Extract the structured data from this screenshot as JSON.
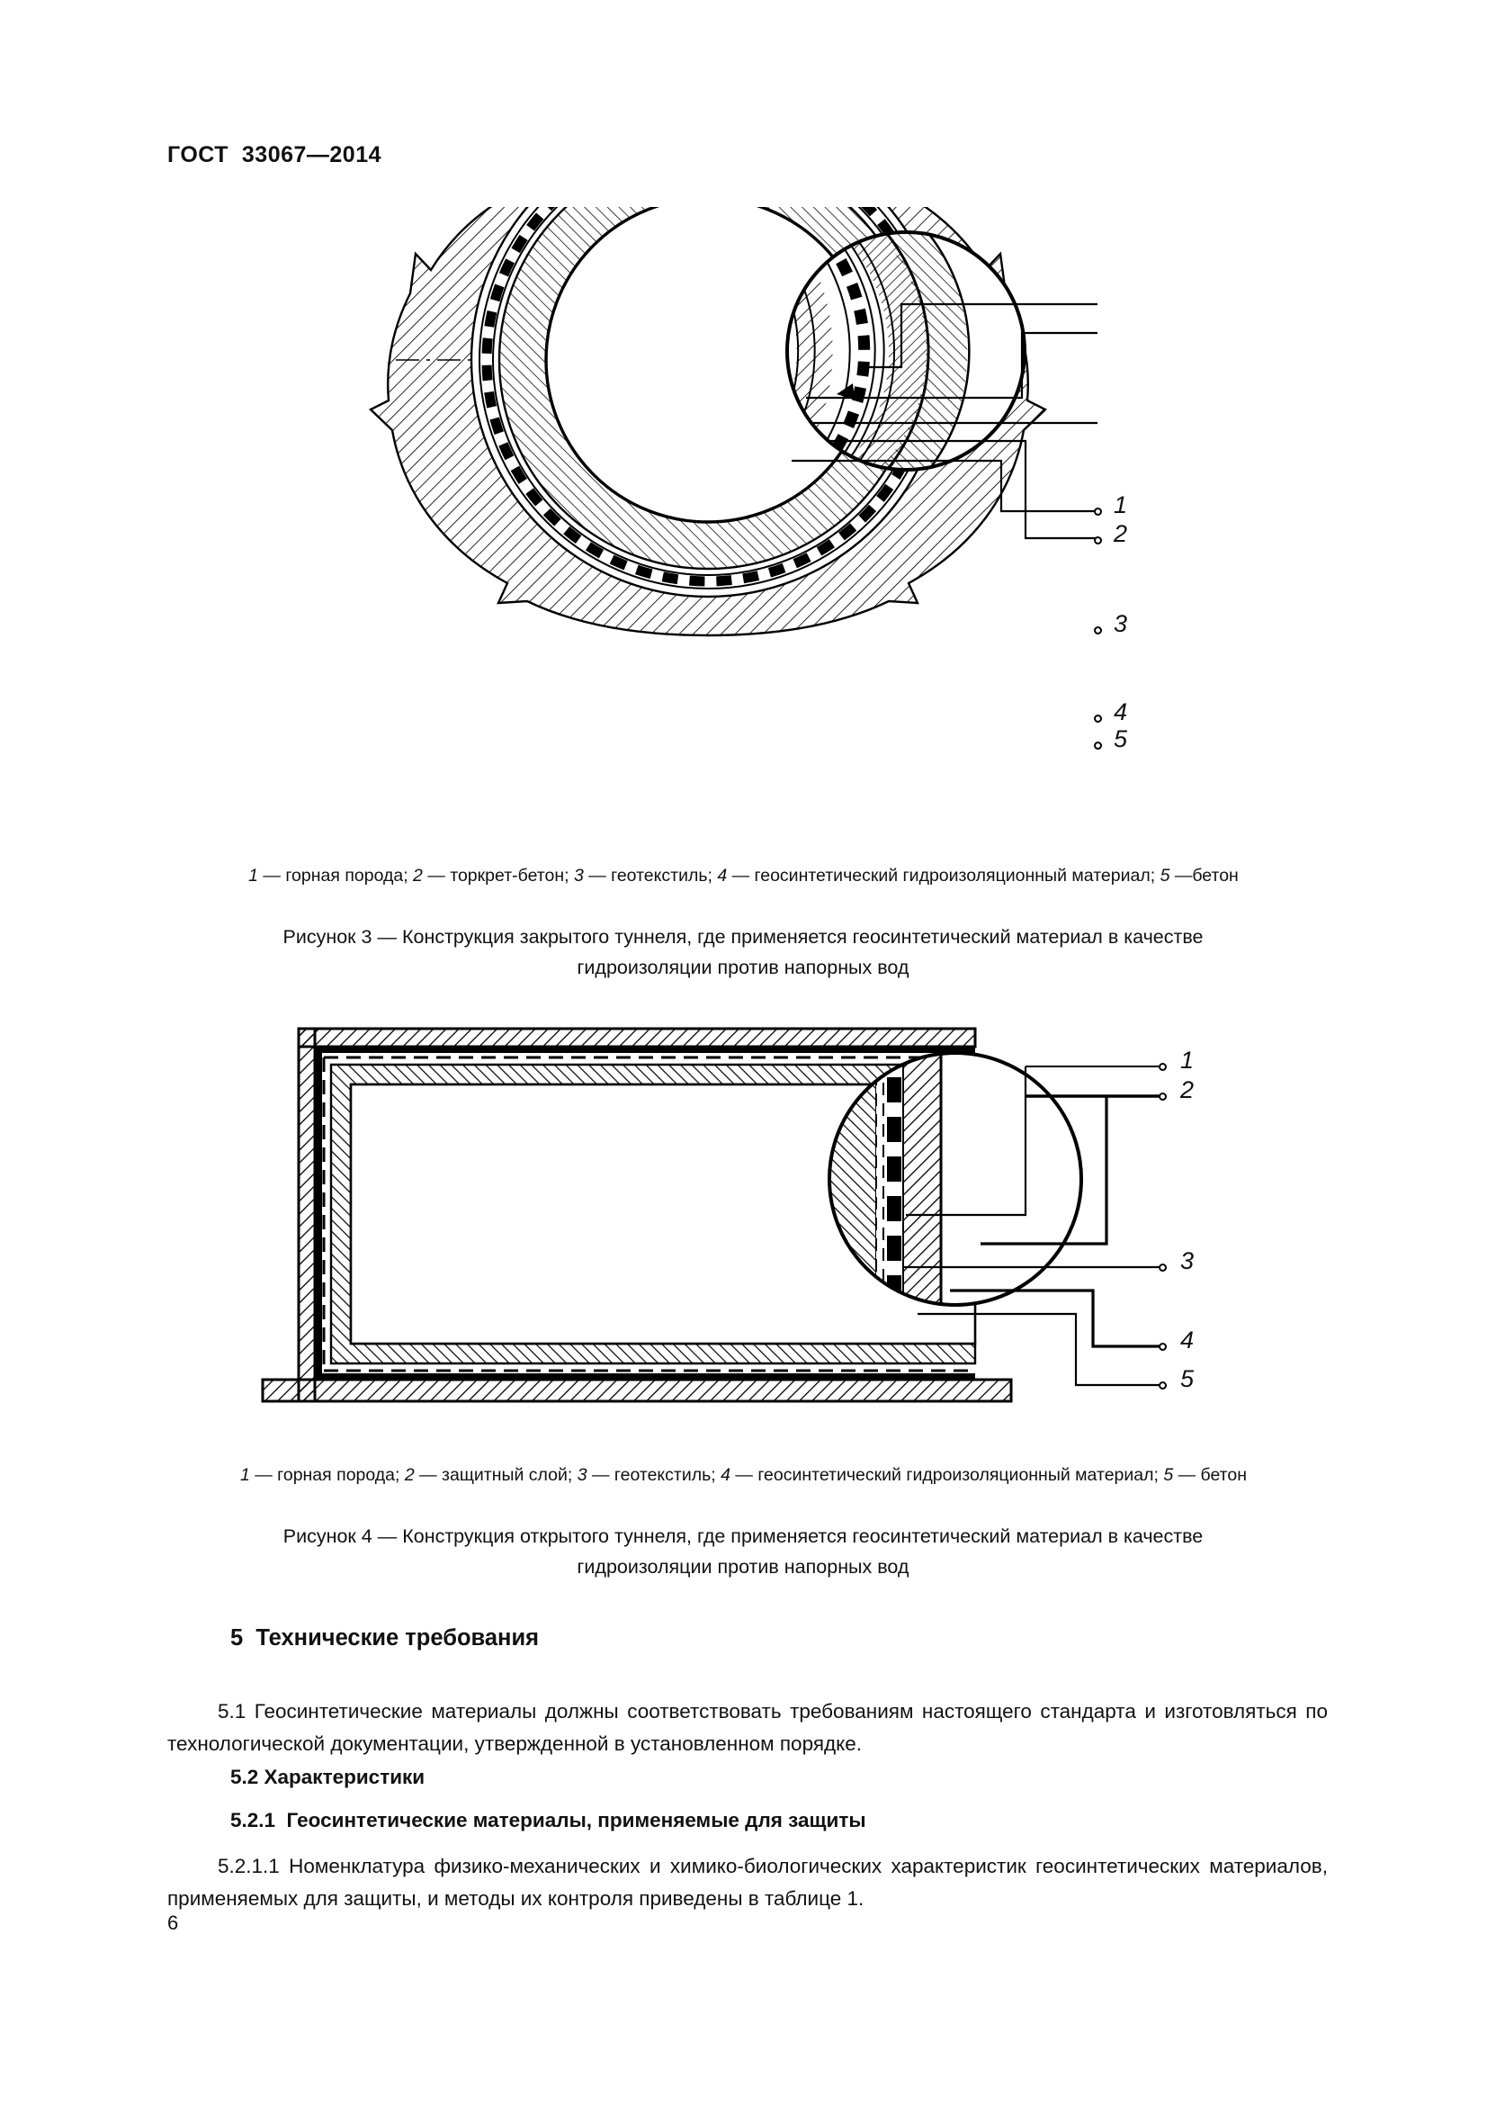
{
  "document": {
    "header": "ГОСТ  33067—2014",
    "page_number": "6"
  },
  "figures": [
    {
      "id": "figure-3",
      "caption_items": "1 — горная порода; 2 — торкрет-бетон; 3 — геотекстиль; 4 — геосинтетический гидроизоляционный материал; 5 —бетон",
      "title_line1": "Рисунок  3 — Конструкция закрытого туннеля, где применяется геосинтетический материал в качестве",
      "title_line2": "гидроизоляции против напорных вод",
      "leader_labels": [
        "1",
        "2",
        "3",
        "4",
        "5"
      ],
      "legend": [
        {
          "num": "1",
          "name": "горная порода"
        },
        {
          "num": "2",
          "name": "торкрет-бетон"
        },
        {
          "num": "3",
          "name": "геотекстиль"
        },
        {
          "num": "4",
          "name": "геосинтетический гидроизоляционный материал"
        },
        {
          "num": "5",
          "name": "бетон"
        }
      ]
    },
    {
      "id": "figure-4",
      "caption_items": "1 — горная порода; 2 — защитный слой; 3 — геотекстиль; 4 — геосинтетический гидроизоляционный материал; 5 — бетон",
      "title_line1": "Рисунок  4 — Конструкция открытого туннеля, где применяется геосинтетический материал в качестве",
      "title_line2": "гидроизоляции против напорных вод",
      "leader_labels": [
        "1",
        "2",
        "3",
        "4",
        "5"
      ],
      "legend": [
        {
          "num": "1",
          "name": "горная порода"
        },
        {
          "num": "2",
          "name": "защитный слой"
        },
        {
          "num": "3",
          "name": "геотекстиль"
        },
        {
          "num": "4",
          "name": "геосинтетический гидроизоляционный материал"
        },
        {
          "num": "5",
          "name": "бетон"
        }
      ]
    }
  ],
  "body": {
    "heading_5": "5  Технические требования",
    "para_5_1": "5.1  Геосинтетические материалы должны соответствовать требованиям настоящего стандарта и изготовляться по технологической документации, утвержденной в установленном порядке.",
    "heading_5_2": "5.2 Характеристики",
    "heading_5_2_1": "5.2.1  Геосинтетические материалы, применяемые для защиты",
    "para_5_2_1_1": "5.2.1.1  Номенклатура физико-механических и химико-биологических характеристик геосинтетических материалов, применяемых для защиты, и методы их контроля приведены в таблице 1."
  },
  "colors": {
    "ink": "#111111",
    "paper": "#ffffff"
  }
}
